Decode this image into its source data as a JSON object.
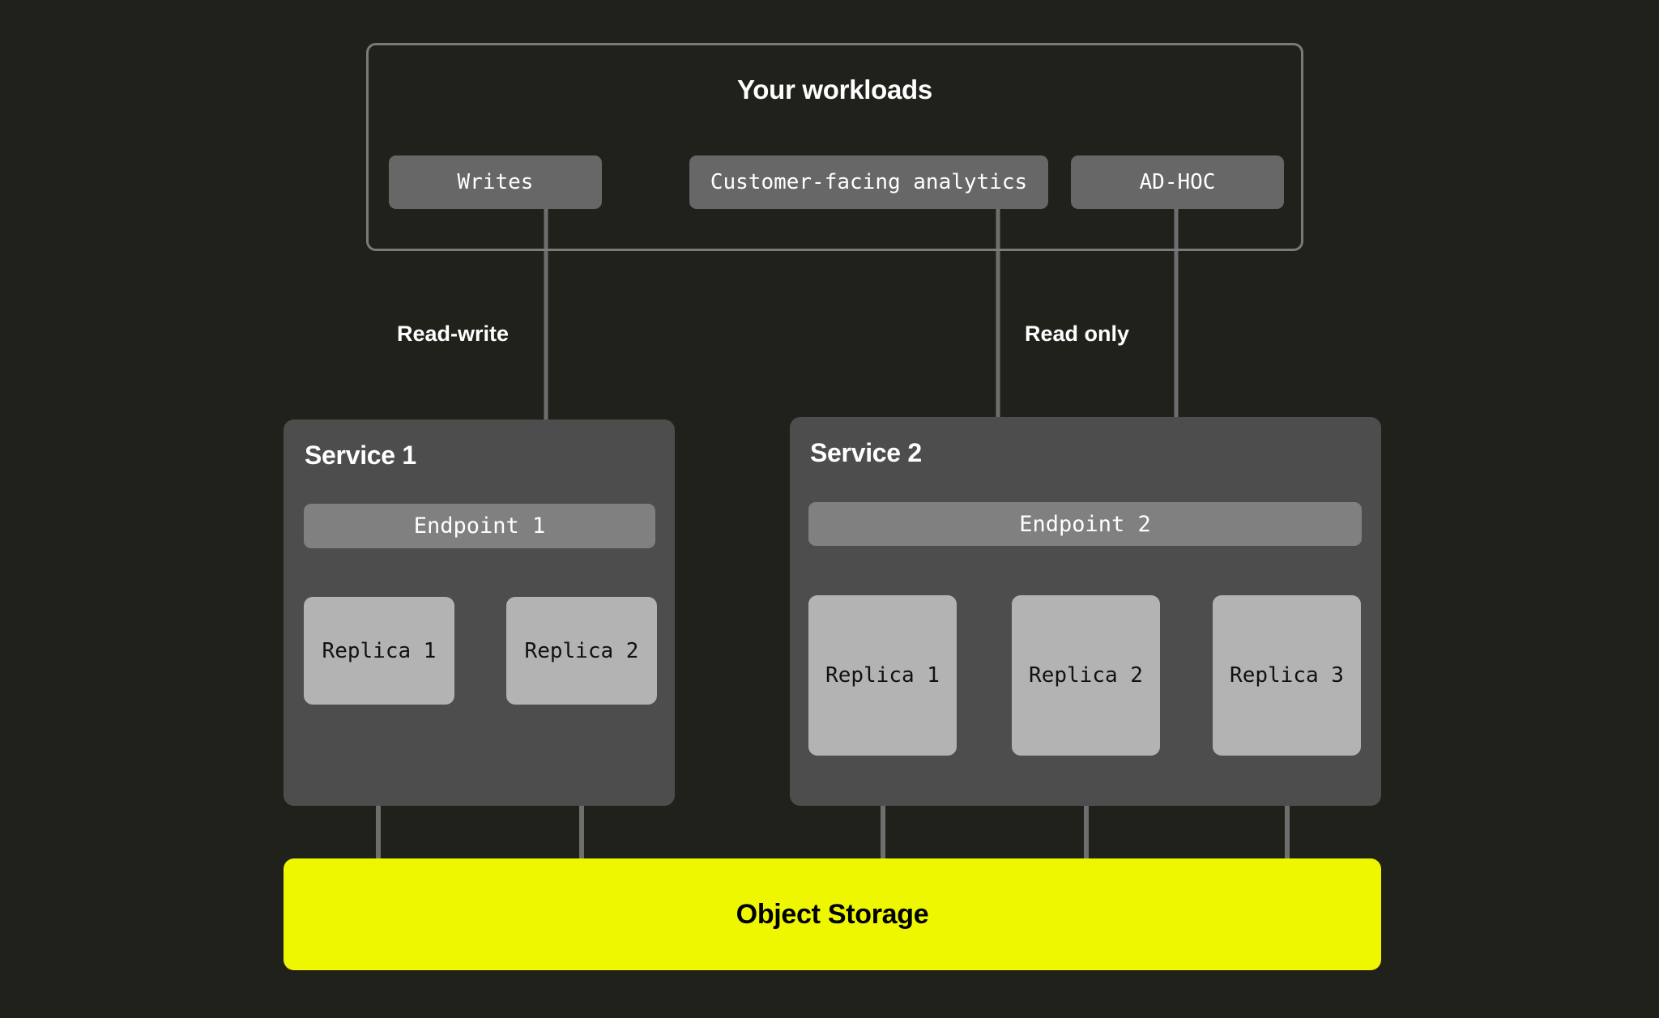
{
  "diagram": {
    "title": "Your workloads",
    "background_color": "#21211c",
    "workloads": {
      "label": "Your workloads",
      "items": [
        {
          "label": "Writes"
        },
        {
          "label": "Customer-facing analytics"
        },
        {
          "label": "AD-HOC"
        }
      ]
    },
    "edge_labels": {
      "read_write": "Read-write",
      "read_only": "Read only"
    },
    "services": [
      {
        "title": "Service 1",
        "endpoint": "Endpoint 1",
        "replicas": [
          {
            "label": "Replica 1"
          },
          {
            "label": "Replica 2"
          }
        ]
      },
      {
        "title": "Service 2",
        "endpoint": "Endpoint 2",
        "replicas": [
          {
            "label": "Replica 1"
          },
          {
            "label": "Replica 2"
          },
          {
            "label": "Replica 3"
          }
        ]
      }
    ],
    "storage": {
      "label": "Object Storage",
      "color": "#eef700",
      "text_color": "#000000"
    },
    "colors": {
      "background": "#21211c",
      "service_box": "#4d4d4d",
      "endpoint_bar": "#808080",
      "replica_box": "#b3b3b3",
      "chip": "#676767",
      "connector": "#6e6e6e",
      "arrow": "#8a8a8a",
      "border": "#7a7a7a",
      "storage": "#eef700"
    }
  }
}
